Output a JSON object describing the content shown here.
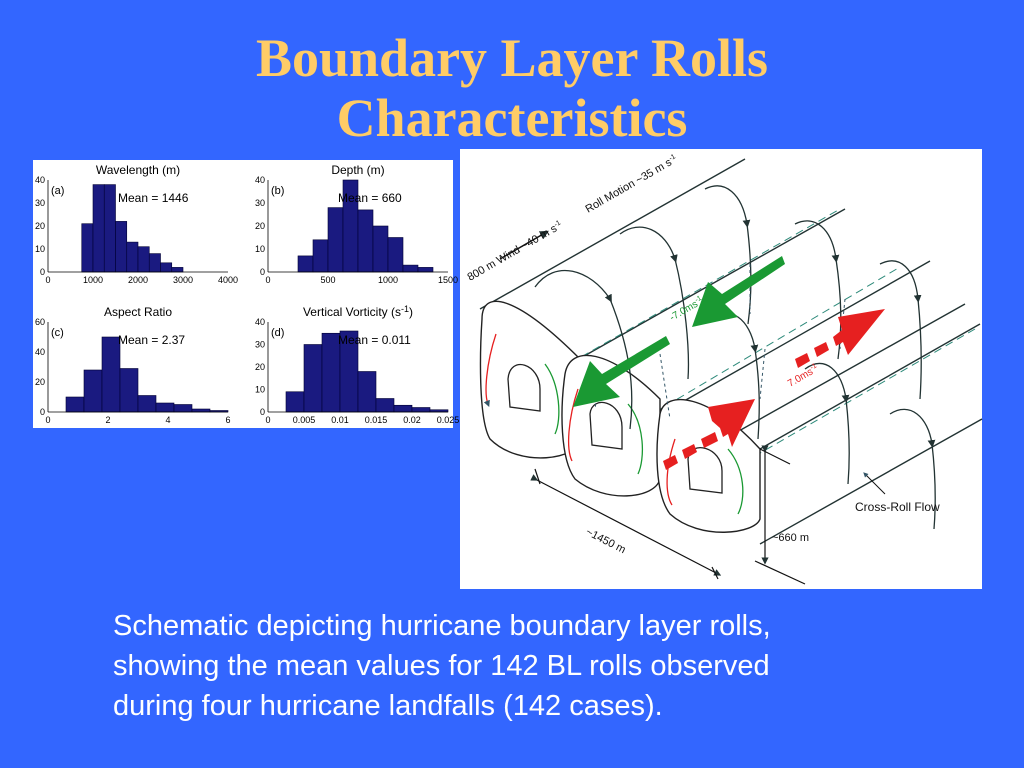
{
  "slide": {
    "title_lines": [
      "Boundary Layer Rolls",
      "Characteristics"
    ],
    "caption_lines": [
      "Schematic depicting hurricane boundary layer rolls,",
      "showing the mean values for 142 BL rolls observed",
      "during four hurricane landfalls (142 cases)."
    ]
  },
  "colors": {
    "background": "#3366ff",
    "title": "#ffcc66",
    "bar": "#1a1a80",
    "green_arrow": "#1a9933",
    "red_arrow": "#e62020"
  },
  "chart_data": [
    {
      "type": "bar",
      "title": "Wavelength (m)",
      "panel_label": "(a)",
      "annotation": "Mean = 1446",
      "xlim": [
        0,
        4000
      ],
      "ylim": [
        0,
        40
      ],
      "xticks": [
        0,
        1000,
        2000,
        3000,
        4000
      ],
      "yticks": [
        0,
        10,
        20,
        30,
        40
      ],
      "bin_edges": [
        750,
        1000,
        1250,
        1500,
        1750,
        2000,
        2250,
        2500,
        2750,
        3000
      ],
      "values": [
        21,
        38,
        38,
        22,
        13,
        11,
        8,
        4,
        2
      ]
    },
    {
      "type": "bar",
      "title": "Depth (m)",
      "panel_label": "(b)",
      "annotation": "Mean = 660",
      "xlim": [
        0,
        1500
      ],
      "ylim": [
        0,
        40
      ],
      "xticks": [
        0,
        500,
        1000,
        1500
      ],
      "yticks": [
        0,
        10,
        20,
        30,
        40
      ],
      "bin_edges": [
        250,
        375,
        500,
        625,
        750,
        875,
        1000,
        1125,
        1250,
        1375
      ],
      "values": [
        7,
        14,
        28,
        40,
        27,
        20,
        15,
        3,
        2
      ]
    },
    {
      "type": "bar",
      "title": "Aspect Ratio",
      "panel_label": "(c)",
      "annotation": "Mean = 2.37",
      "xlim": [
        0,
        6
      ],
      "ylim": [
        0,
        60
      ],
      "xticks": [
        0,
        2,
        4,
        6
      ],
      "yticks": [
        0,
        20,
        40,
        60
      ],
      "bin_edges": [
        0.6,
        1.2,
        1.8,
        2.4,
        3.0,
        3.6,
        4.2,
        4.8,
        5.4,
        6.0
      ],
      "values": [
        10,
        28,
        50,
        29,
        11,
        6,
        5,
        2,
        1
      ]
    },
    {
      "type": "bar",
      "title": "Vertical Vorticity (s",
      "title_sup": "-1",
      "title_end": ")",
      "panel_label": "(d)",
      "annotation": "Mean = 0.011",
      "xlim": [
        0,
        0.025
      ],
      "ylim": [
        0,
        40
      ],
      "xticks": [
        0,
        0.005,
        0.01,
        0.015,
        0.02,
        0.025
      ],
      "yticks": [
        0,
        10,
        20,
        30,
        40
      ],
      "bin_edges": [
        0.0025,
        0.005,
        0.0075,
        0.01,
        0.0125,
        0.015,
        0.0175,
        0.02,
        0.0225,
        0.025
      ],
      "values": [
        9,
        30,
        35,
        36,
        18,
        6,
        3,
        2,
        1
      ]
    }
  ],
  "schematic": {
    "wind_label": "800 m Wind ~40 m s",
    "wind_label_sup": "-1",
    "roll_motion_label": "Roll Motion ~35 m s",
    "roll_motion_sup": "-1",
    "green_label": "-7.0ms",
    "green_label_sup": "-1",
    "red_label": "7.0ms",
    "red_label_sup": "-1",
    "cross_roll_label": "Cross-Roll Flow",
    "width_label": "~1450 m",
    "depth_label": "~660 m"
  }
}
